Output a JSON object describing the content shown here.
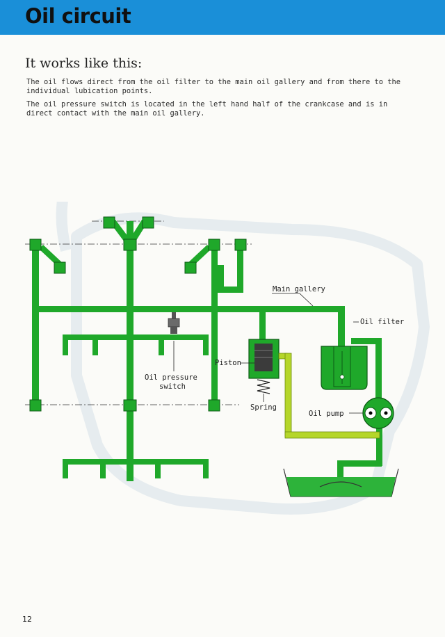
{
  "header": {
    "title": "Oil circuit"
  },
  "section": {
    "heading": "It works like this:"
  },
  "body": {
    "paragraph1": "The oil flows direct from the oil filter to the main oil gallery and from there to the individual lubication  points.",
    "paragraph2": "The oil pressure switch is located in the left hand half of the crankcase and is in direct contact with the main oil gallery."
  },
  "diagram": {
    "labels": {
      "main_gallery": "Main gallery",
      "oil_filter": "Oil filter",
      "piston": "Piston",
      "spring": "Spring",
      "oil_pressure": "Oil pressure",
      "switch": "switch",
      "oil_pump": "Oil pump"
    },
    "colors": {
      "main_oil": "#1fa82a",
      "suction_oil": "#b5d62a",
      "pipe_outline": "#0d5a15",
      "sump_oil": "#2db33a",
      "background": "#fbfbf8",
      "header": "#1a8fd8"
    }
  },
  "footer": {
    "page_number": "12"
  }
}
